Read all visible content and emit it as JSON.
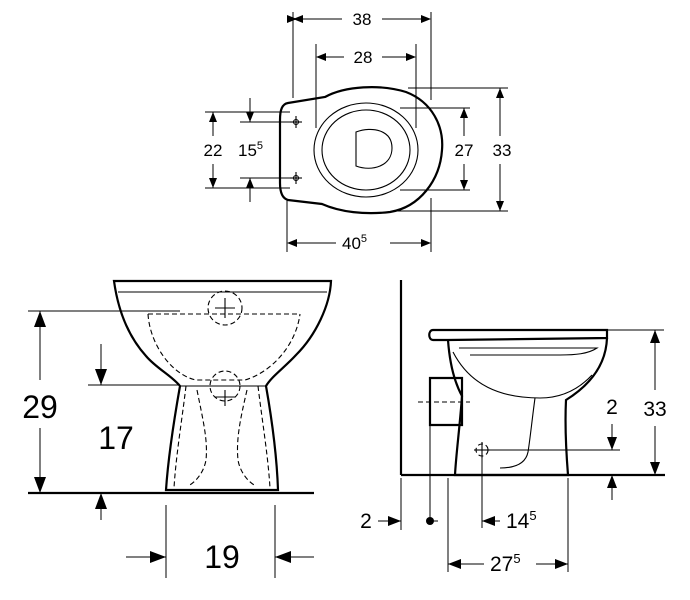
{
  "dimensions": {
    "top_width_outer": "38",
    "top_width_inner": "28",
    "mount_spacing_outer": "22",
    "mount_spacing_inner": {
      "base": "15",
      "sup": "5"
    },
    "seat_length_inner": "27",
    "seat_length_outer": "33",
    "total_length": {
      "base": "40",
      "sup": "5"
    },
    "bowl_height": "29",
    "outlet_height": "17",
    "foot_width": "19",
    "side_height": "33",
    "outlet_center_height": "2",
    "wall_offset": "2",
    "outlet_offset": {
      "base": "14",
      "sup": "5"
    },
    "foot_depth": {
      "base": "27",
      "sup": "5"
    }
  }
}
